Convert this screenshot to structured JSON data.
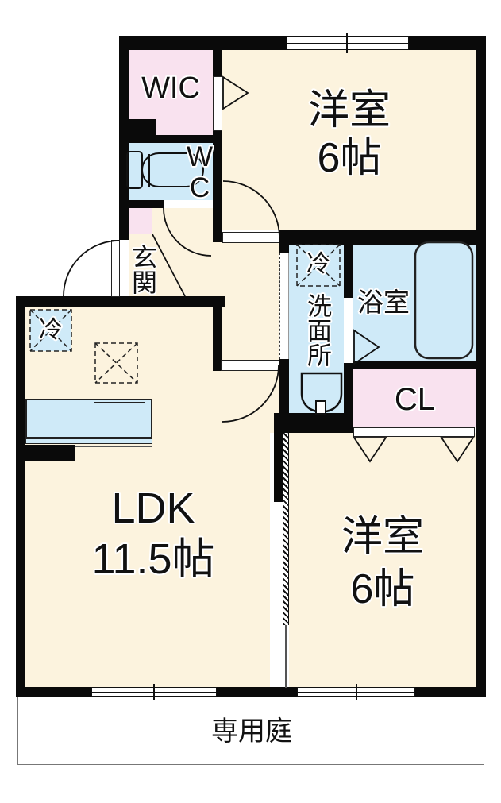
{
  "floorplan": {
    "rooms": {
      "wic": {
        "label": "WIC"
      },
      "wc": {
        "label": "WC"
      },
      "genkan": {
        "label": "玄関"
      },
      "bedroom_top": {
        "name": "洋室",
        "size": "6帖"
      },
      "washroom": {
        "label": "洗面所",
        "fridge": "冷"
      },
      "bathroom": {
        "label": "浴室"
      },
      "closet": {
        "label": "CL"
      },
      "ldk": {
        "name": "LDK",
        "size": "11.5帖",
        "fridge": "冷"
      },
      "bedroom_bottom": {
        "name": "洋室",
        "size": "6帖"
      },
      "garden": {
        "label": "専用庭"
      }
    },
    "colors": {
      "floor_cream": "#fcf3de",
      "closet_pink": "#f9e2ef",
      "wet_area_blue": "#cfeaf8",
      "wall_black": "#0a0a0a"
    }
  }
}
